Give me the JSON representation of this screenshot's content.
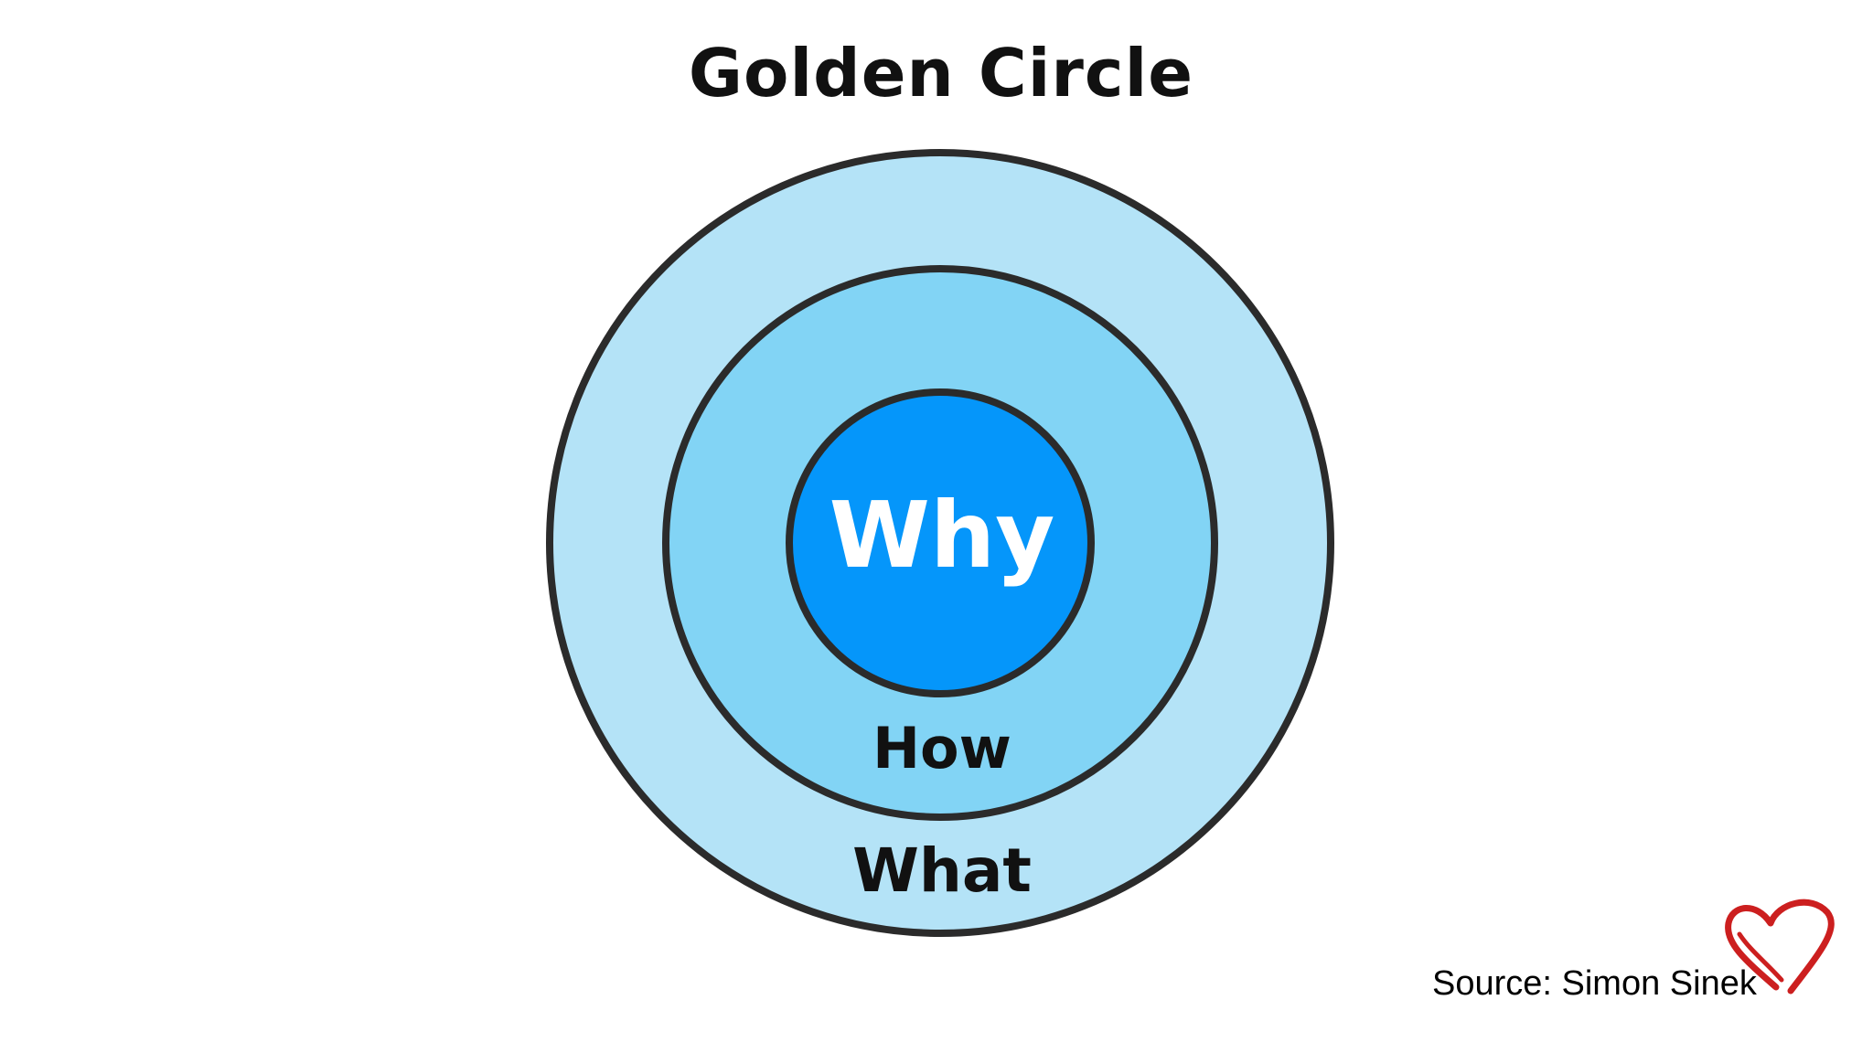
{
  "title": "Golden Circle",
  "circles": {
    "outer": {
      "label": "What",
      "fill": "#b4e3f7"
    },
    "middle": {
      "label": "How",
      "fill": "#82d4f5"
    },
    "inner": {
      "label": "Why",
      "fill": "#0596fa"
    }
  },
  "stroke_color": "#2b2b2b",
  "source": "Source: Simon Sinek",
  "icons": {
    "decoration": "heart-icon",
    "heart_color": "#cc1f1f"
  }
}
